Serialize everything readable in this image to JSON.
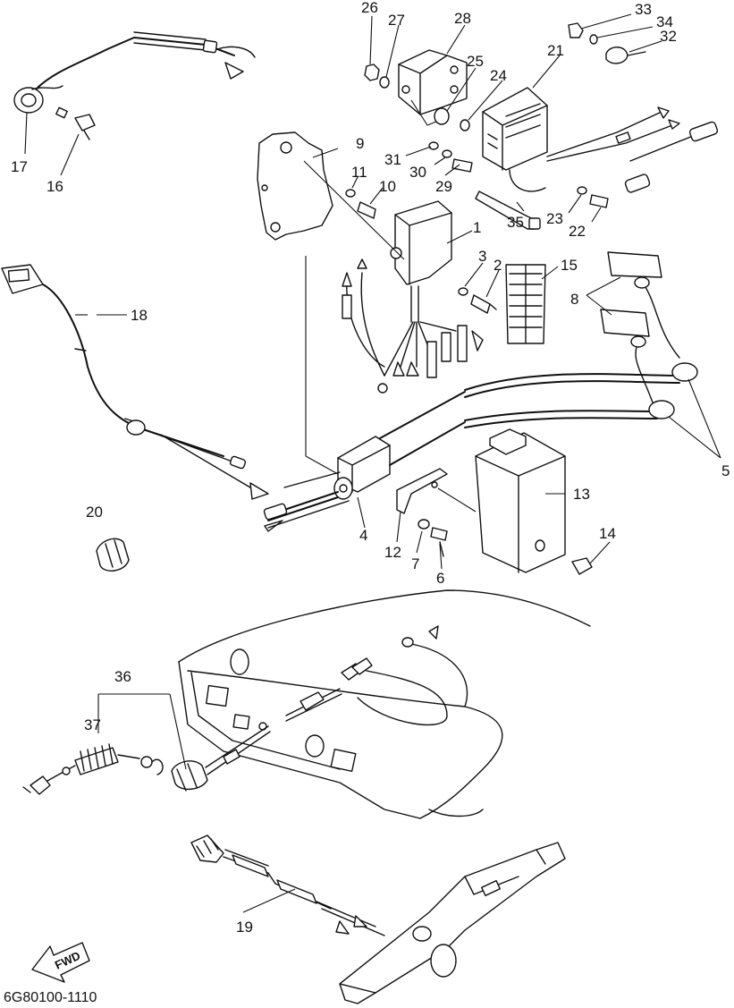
{
  "diagram": {
    "code": "6G80100-1110",
    "direction_label": "FWD",
    "callouts": [
      "1",
      "2",
      "3",
      "4",
      "5",
      "6",
      "7",
      "8",
      "9",
      "10",
      "11",
      "12",
      "13",
      "14",
      "15",
      "16",
      "17",
      "18",
      "19",
      "20",
      "21",
      "22",
      "23",
      "24",
      "25",
      "26",
      "27",
      "28",
      "29",
      "30",
      "31",
      "32",
      "33",
      "34",
      "35",
      "36",
      "37"
    ]
  }
}
